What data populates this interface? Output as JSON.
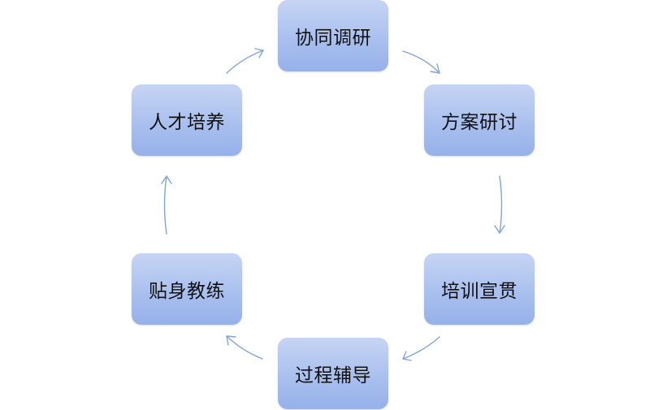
{
  "diagram": {
    "nodes": [
      {
        "id": "top",
        "label": "协同调研"
      },
      {
        "id": "right1",
        "label": "方案研讨"
      },
      {
        "id": "right2",
        "label": "培训宣贯"
      },
      {
        "id": "bottom",
        "label": "过程辅导"
      },
      {
        "id": "left2",
        "label": "贴身教练"
      },
      {
        "id": "left1",
        "label": "人才培养"
      }
    ],
    "edges": [
      {
        "from": "协同调研",
        "to": "方案研讨"
      },
      {
        "from": "方案研讨",
        "to": "培训宣贯"
      },
      {
        "from": "培训宣贯",
        "to": "过程辅导"
      },
      {
        "from": "过程辅导",
        "to": "贴身教练"
      },
      {
        "from": "贴身教练",
        "to": "人才培养"
      },
      {
        "from": "人才培养",
        "to": "协同调研"
      }
    ],
    "colors": {
      "node_top": "#c6d4f4",
      "node_bottom": "#95b1ea",
      "arrow": "#7fa3d9",
      "text": "#111111"
    }
  }
}
